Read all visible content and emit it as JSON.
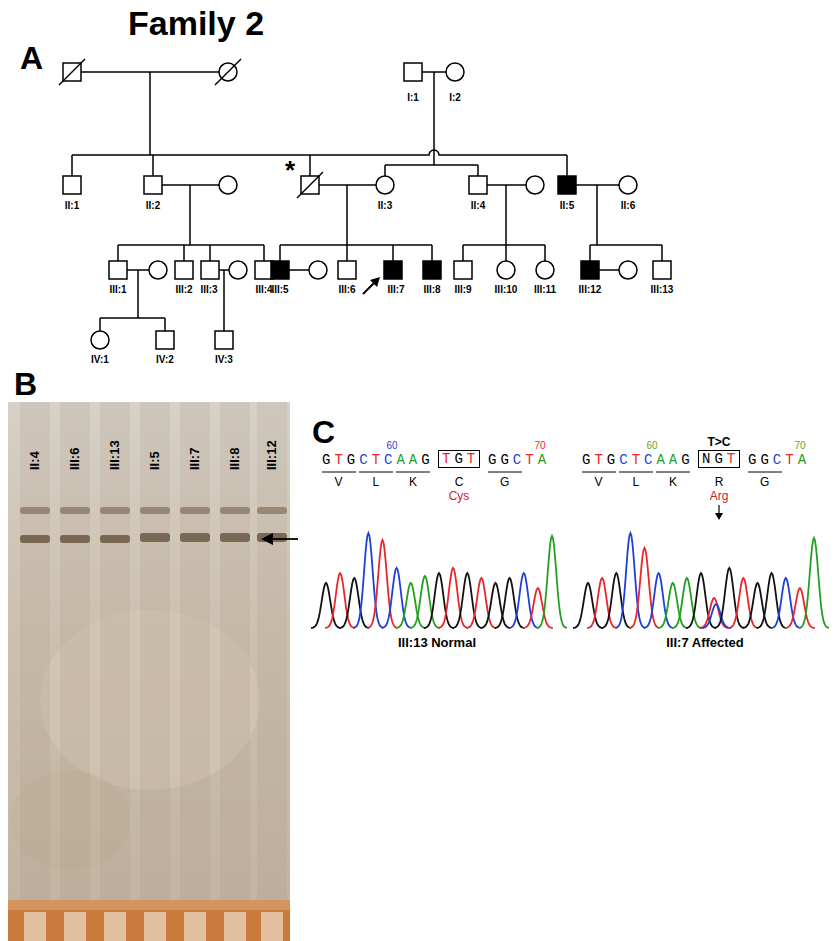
{
  "diagram": {
    "title": "Family 2",
    "labels": [
      "A",
      "I:1",
      "I:2",
      "*",
      "II:1",
      "II:2",
      "II:3",
      "II:4",
      "II:5",
      "II:6",
      "III:1",
      "III:2",
      "III:3",
      "III:4",
      "III:5",
      "III:6",
      "III:7",
      "III:8",
      "III:9",
      "III:10",
      "III:11",
      "III:12",
      "III:13",
      "IV:1",
      "IV:2",
      "IV:3",
      "B",
      "II:4",
      "III:6",
      "III:13",
      "II:5",
      "III:7",
      "III:8",
      "III:12",
      "C",
      "GTGCTCAAG",
      "TGT",
      "GGCTA",
      "60",
      "70",
      "V",
      "L",
      "K",
      "C",
      "Cys",
      "G",
      "III:13 Normal",
      "T>C",
      "GTGCTCAAG",
      "NGT",
      "GGCTA",
      "60",
      "70",
      "V",
      "L",
      "K",
      "R",
      "Arg",
      "G",
      "III:7 Affected"
    ]
  }
}
